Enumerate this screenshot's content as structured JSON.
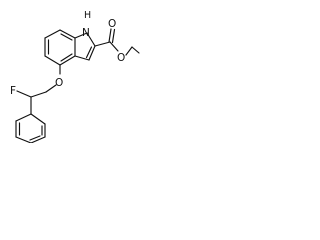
{
  "molecule": {
    "atoms": {
      "indole_nh": {
        "text": "H"
      },
      "indole_n": {
        "text": "N"
      },
      "ether_o": {
        "text": "O"
      },
      "carbonyl_o": {
        "text": "O"
      },
      "ester_o": {
        "text": "O"
      },
      "fluorine": {
        "text": "F"
      }
    }
  }
}
